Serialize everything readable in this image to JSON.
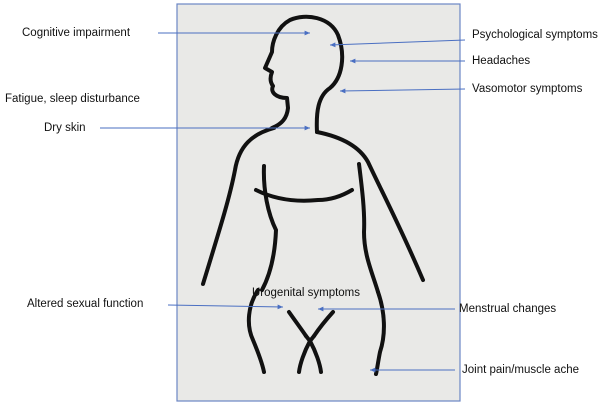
{
  "diagram": {
    "labels": {
      "cognitive": "Cognitive impairment",
      "fatigue": "Fatigue, sleep disturbance",
      "dry_skin": "Dry skin",
      "altered_sexual": "Altered sexual function",
      "psychological": "Psychological symptoms",
      "headaches": "Headaches",
      "vasomotor": "Vasomotor symptoms",
      "urogenital": "Urogenital symptoms",
      "menstrual": "Menstrual changes",
      "joint_pain": "Joint pain/muscle ache"
    },
    "colors": {
      "panel_bg": "#e9e9e7",
      "panel_border": "#6b86c4",
      "arrow": "#4a6fc2",
      "body_outline": "#111111"
    }
  }
}
